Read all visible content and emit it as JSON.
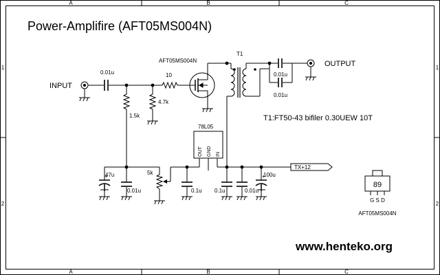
{
  "frame": {
    "columns": [
      "A",
      "B",
      "C"
    ],
    "rows": [
      "1",
      "2"
    ]
  },
  "title": "Power-Amplifire (AFT05MS004N)",
  "labels": {
    "input": "INPUT",
    "output": "OUTPUT",
    "transistor": "AFT05MS004N",
    "transformer": "T1",
    "regulator": "78L05",
    "regulator_pins": [
      "OUT",
      "GND",
      "IN"
    ],
    "transformer_note": "T1:FT50-43 bifiler 0.30UEW 10T",
    "supply_net": "TX+12"
  },
  "components": {
    "c_in": "0.01u",
    "r_gate": "10",
    "r_bias_top": "1.5k",
    "r_gate_gnd": "4.7k",
    "c_out_1": "0.01u",
    "c_out_2": "0.01u",
    "c_bias_elec": "47u",
    "c_bias_1": "0.01u",
    "pot": "5k",
    "c_reg_out": "0.1u",
    "c_supply_1": "0.1u",
    "c_supply_2": "0.01u",
    "c_supply_elec": "100u"
  },
  "package": {
    "marking": "89",
    "pins": "G S D",
    "part": "AFT05MS004N"
  },
  "website": "www.henteko.org"
}
